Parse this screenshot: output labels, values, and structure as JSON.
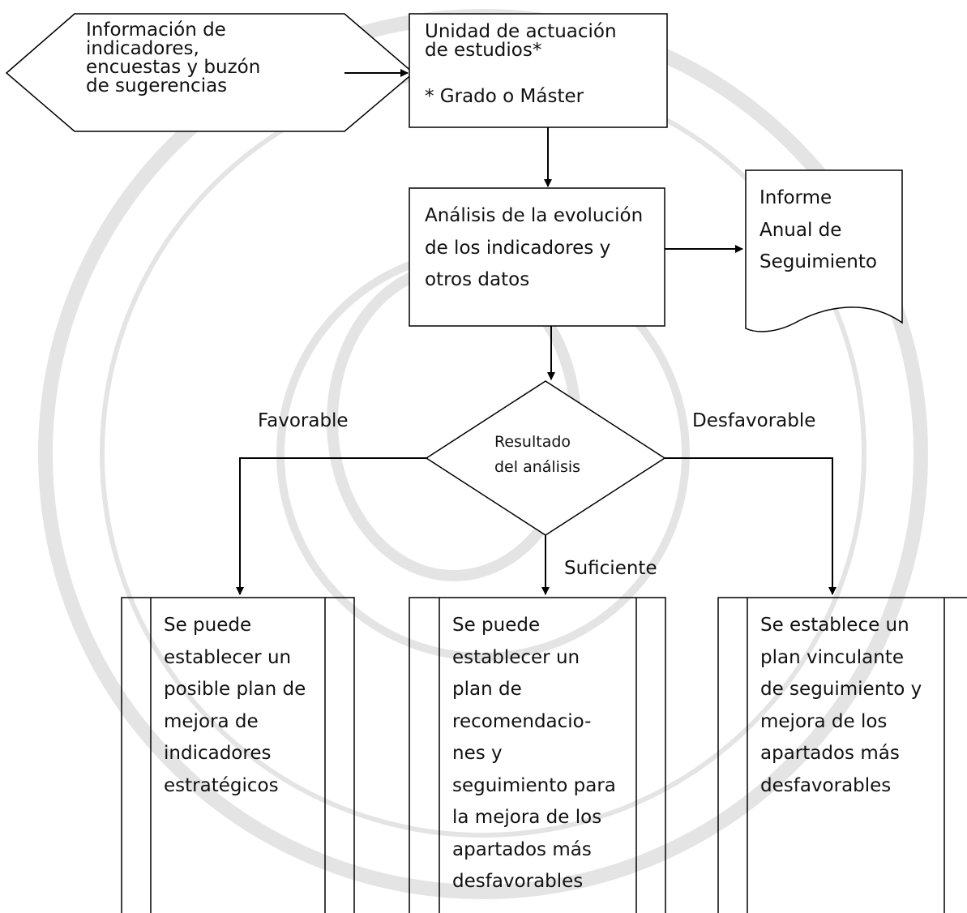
{
  "input": {
    "lines": [
      "Información de",
      "indicadores,",
      "encuestas y buzón",
      "de sugerencias"
    ]
  },
  "unit": {
    "lines": [
      "Unidad de actuación",
      "de estudios*"
    ],
    "note": "* Grado o Máster"
  },
  "analysis": {
    "lines": [
      "Análisis de la evolución",
      "de los indicadores y",
      "otros datos"
    ]
  },
  "report": {
    "lines": [
      "Informe",
      "Anual de",
      "Seguimiento"
    ]
  },
  "decision": {
    "lines": [
      "Resultado",
      "del análisis"
    ]
  },
  "branches": {
    "favorable": "Favorable",
    "desfavorable": "Desfavorable",
    "suficiente": "Suficiente"
  },
  "outcomes": {
    "favorable": {
      "lines": [
        "Se puede",
        "establecer un",
        "posible plan de",
        "mejora de",
        "indicadores",
        "estratégicos"
      ]
    },
    "suficiente": {
      "lines": [
        "Se puede",
        "establecer un",
        "plan de",
        "recomendacio-",
        "nes y",
        "seguimiento para",
        "la mejora de los",
        "apartados más",
        "desfavorables"
      ]
    },
    "desfavorable": {
      "lines": [
        "Se establece un",
        "plan  vinculante",
        "de seguimiento y",
        "mejora de los",
        "apartados más",
        "desfavorables"
      ]
    }
  }
}
